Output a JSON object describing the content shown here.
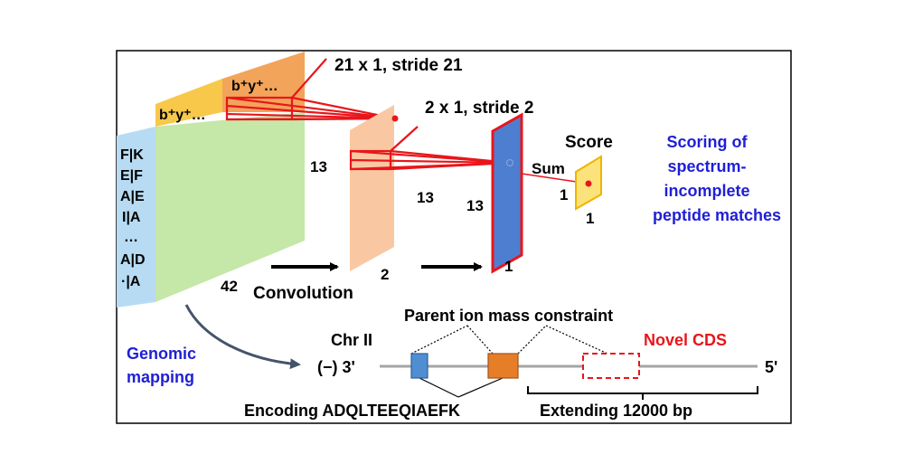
{
  "colors": {
    "frame": "#000000",
    "input_panel": "#b7dbf3",
    "matrix_green": "#c5e7a8",
    "ion_yellow": "#f7c84a",
    "ion_orange": "#f2a45a",
    "conv_orange": "#f9c8a3",
    "conv_blue": "#4e7ed0",
    "score_yellow": "#fce27a",
    "red_line": "#e8161b",
    "genome_line": "#a5a5a5",
    "exon_blue": "#4f8fd1",
    "exon_orange": "#e67e28",
    "accent_blue": "#1f1fd6",
    "accent_red": "#e8161b"
  },
  "input": {
    "residue_pairs": [
      "F|K",
      "E|F",
      "A|E",
      "I|A",
      "…",
      "A|D",
      "·|A"
    ],
    "ion_label_1": "b⁺y⁺…",
    "ion_label_2": "b⁺y⁺…",
    "width_label": "42"
  },
  "network": {
    "kernel1_label": "21 x 1, stride 21",
    "kernel2_label": "2 x 1, stride 2",
    "layer1_height": "13",
    "layer1_width": "2",
    "layer2_height_a": "13",
    "layer2_height_b": "13",
    "layer2_width": "1",
    "convolution_label": "Convolution",
    "sum_label": "Sum",
    "score_title": "Score",
    "score_h": "1",
    "score_w": "1"
  },
  "scoring_caption": [
    "Scoring of",
    "spectrum-",
    "incomplete",
    "peptide matches"
  ],
  "genomic": {
    "mapping_label": [
      "Genomic",
      "mapping"
    ],
    "chromosome": "Chr II",
    "strand": "(−) 3'",
    "end_label": "5'",
    "constraint_label": "Parent ion mass constraint",
    "novel_label": "Novel CDS",
    "encoding_label": "Encoding ADQLTEEQIAEFK",
    "extending_label": "Extending 12000 bp"
  }
}
